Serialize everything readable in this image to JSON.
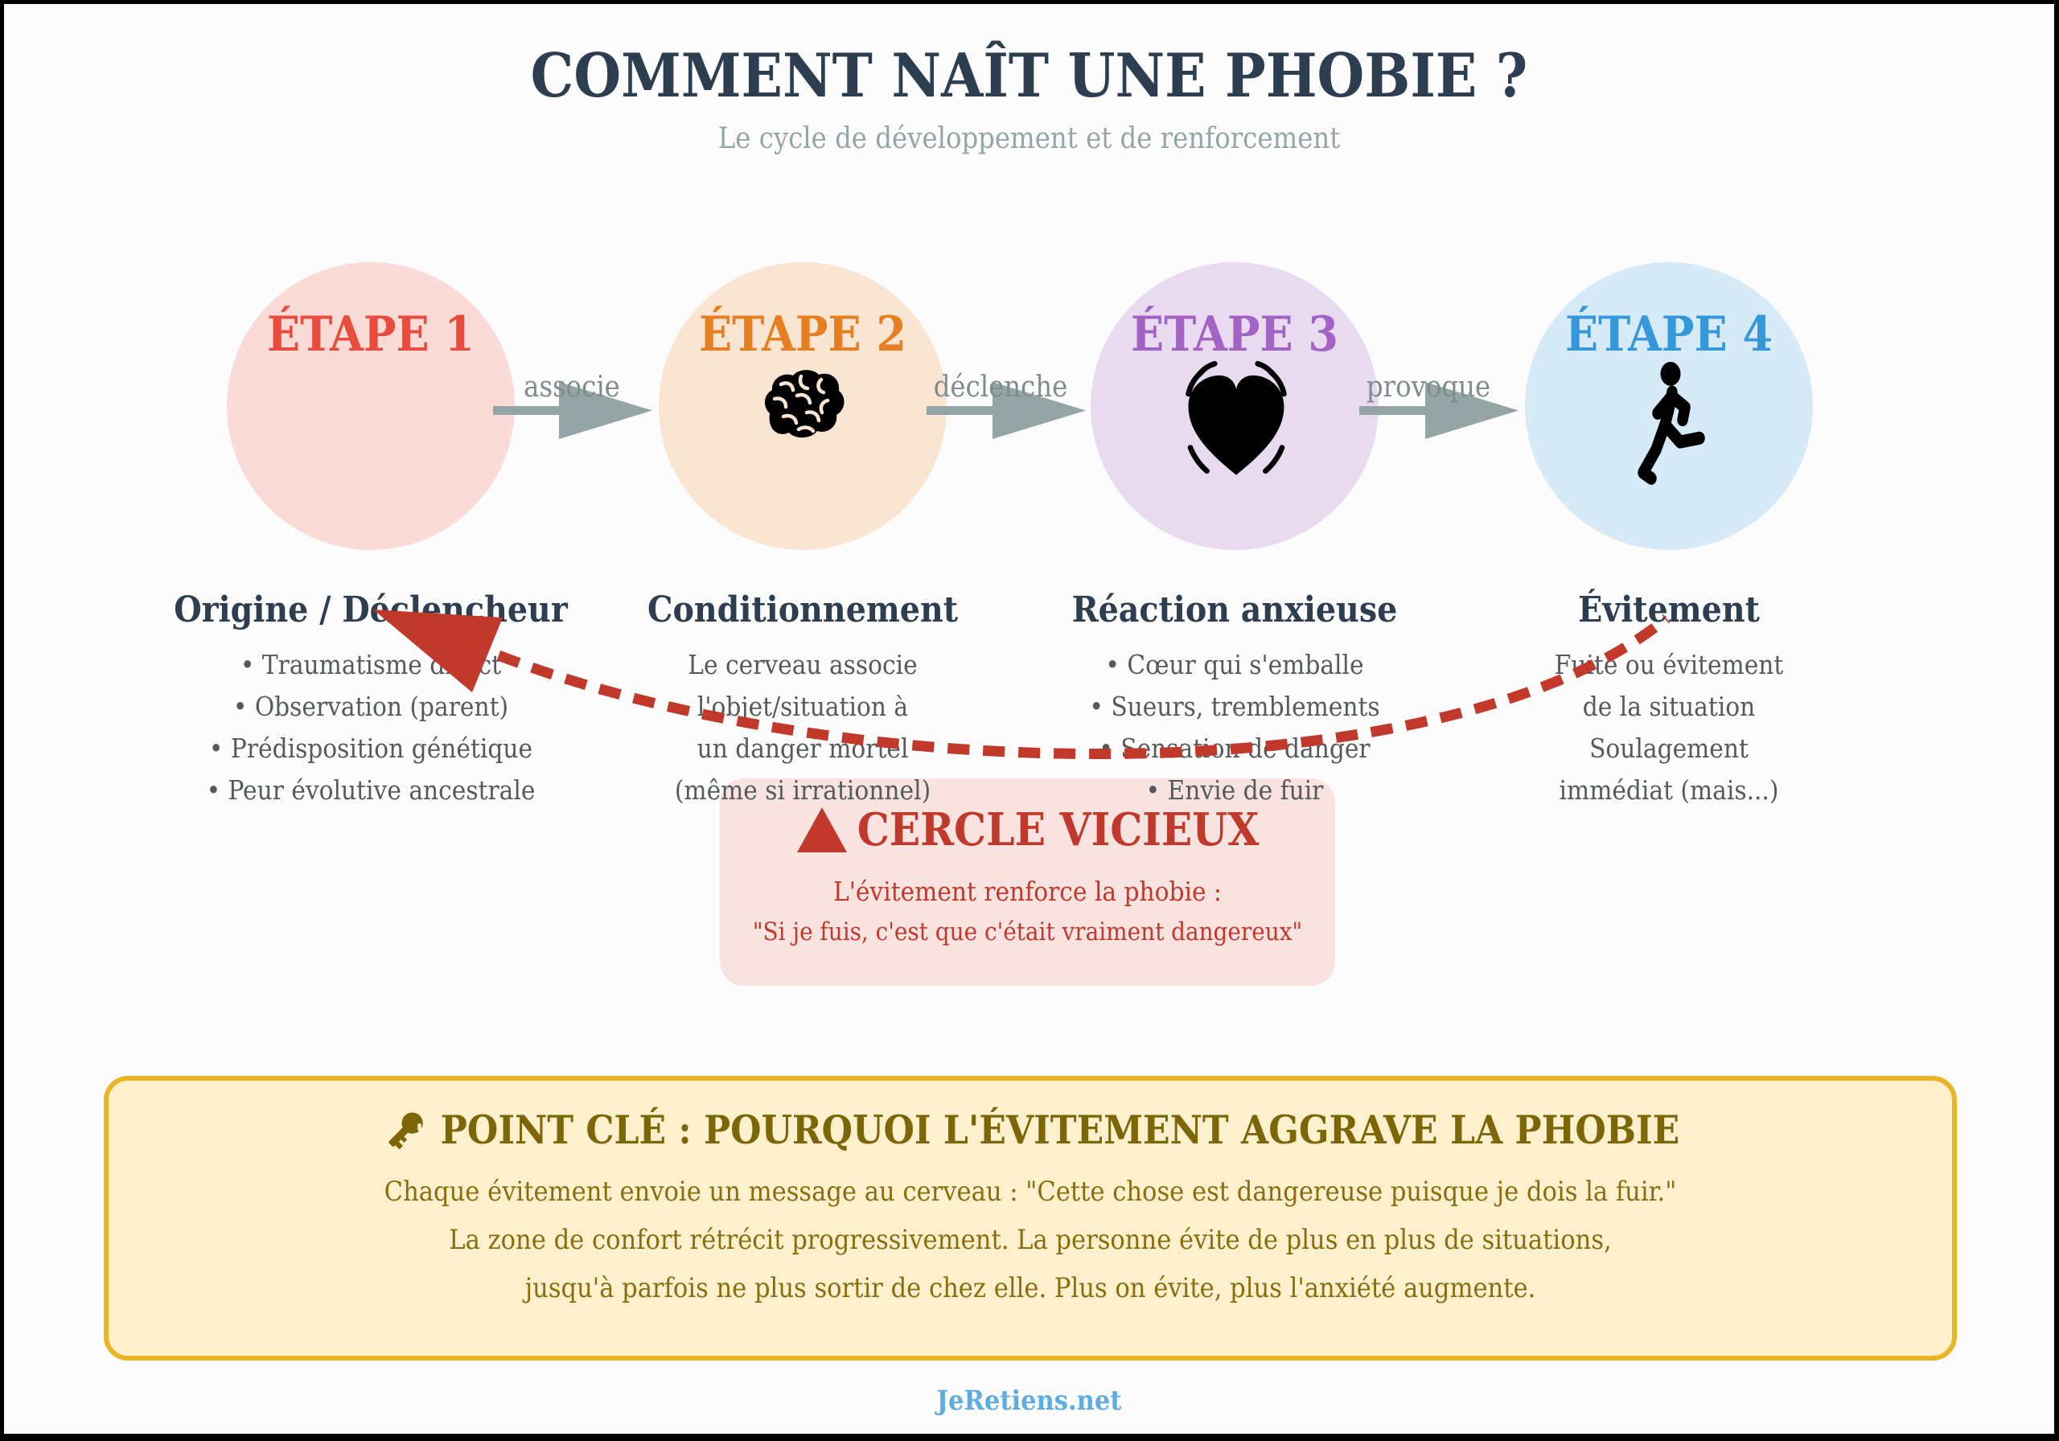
{
  "page": {
    "title": "COMMENT NAÎT UNE PHOBIE ?",
    "subtitle": "Le cycle de développement et de renforcement",
    "footer": "JeRetiens.net"
  },
  "colors": {
    "navy": "#2c3e50",
    "red": "#e74c3c",
    "orange": "#e67e22",
    "purple": "#a263c4",
    "blue": "#3498db",
    "arrow_gray": "#95a5a6",
    "dark_red": "#c0392b",
    "gold_border": "#e9b525",
    "gold_text": "#7d6608"
  },
  "steps": [
    {
      "label": "ÉTAPE 1",
      "label_color": "#e74c3c",
      "circle_color": "#fadbd8",
      "icon": null,
      "heading": "Origine / Déclencheur",
      "items": [
        "• Traumatisme direct",
        "• Observation (parent)",
        "• Prédisposition génétique",
        "• Peur évolutive ancestrale"
      ]
    },
    {
      "label": "ÉTAPE 2",
      "label_color": "#e67e22",
      "circle_color": "#fae5d3",
      "icon": "brain",
      "heading": "Conditionnement",
      "items": [
        "Le cerveau associe",
        "l'objet/situation à",
        "un danger mortel",
        "(même si irrationnel)"
      ]
    },
    {
      "label": "ÉTAPE 3",
      "label_color": "#a263c4",
      "circle_color": "#e8daef",
      "icon": "beating-heart",
      "heading": "Réaction anxieuse",
      "items": [
        "• Cœur qui s'emballe",
        "• Sueurs, tremblements",
        "• Sensation de danger",
        "• Envie de fuir"
      ]
    },
    {
      "label": "ÉTAPE 4",
      "label_color": "#3498db",
      "circle_color": "#d6eaf8",
      "icon": "runner",
      "heading": "Évitement",
      "items": [
        "Fuite ou évitement",
        "de la situation",
        "Soulagement",
        "immédiat (mais...)"
      ]
    }
  ],
  "arrows": [
    {
      "label": "associe"
    },
    {
      "label": "déclenche"
    },
    {
      "label": "provoque"
    }
  ],
  "vicious_circle": {
    "title": "CERCLE VICIEUX",
    "line1": "L'évitement renforce la phobie :",
    "line2": "\"Si je fuis, c'est que c'était vraiment dangereux\""
  },
  "key_point": {
    "title": "POINT CLÉ : POURQUOI L'ÉVITEMENT AGGRAVE LA PHOBIE",
    "line1": "Chaque évitement envoie un message au cerveau : \"Cette chose est dangereuse puisque je dois la fuir.\"",
    "line2": "La zone de confort rétrécit progressivement. La personne évite de plus en plus de situations,",
    "line3": "jusqu'à parfois ne plus sortir de chez elle. Plus on évite, plus l'anxiété augmente."
  }
}
